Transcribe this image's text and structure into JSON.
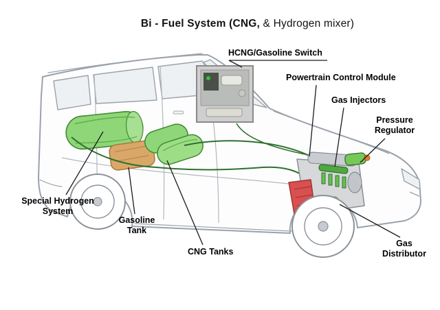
{
  "title": {
    "bold": "Bi - Fuel System (CNG,",
    "regular": " & Hydrogen mixer)"
  },
  "labels": {
    "hcng_switch": "HCNG/Gasoline Switch",
    "powertrain": "Powertrain Control Module",
    "gas_injectors": "Gas Injectors",
    "pressure_regulator": "Pressure Regulator",
    "special_hydrogen": "Special Hydrogen System",
    "gasoline_tank": "Gasoline Tank",
    "cng_tanks": "CNG Tanks",
    "gas_distributor": "Gas Distributor"
  },
  "colors": {
    "tank_green": "#8fd678",
    "tank_green_dark": "#3f8a32",
    "gasoline_orange": "#d9a868",
    "engine_red": "#d85050",
    "distributor_yellow": "#c8d848",
    "fuel_line_green": "#2f6f2f",
    "car_outline_gray": "#9aa2aa",
    "leader_line": "#1a1a1a"
  }
}
